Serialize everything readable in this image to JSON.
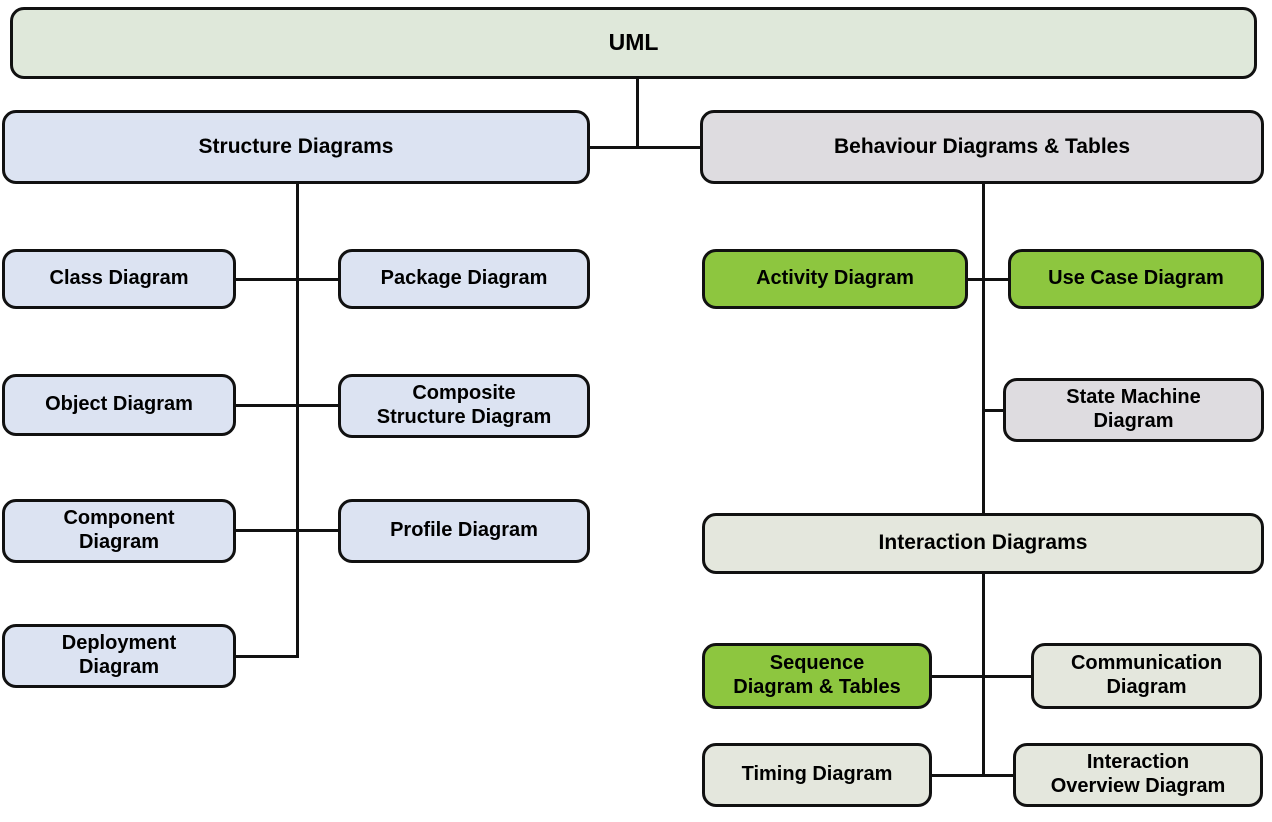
{
  "diagram": {
    "title": "UML",
    "type": "hierarchy-tree",
    "orientation": "top-down",
    "colors": {
      "root_fill": "#DFE8DA",
      "structure_fill": "#DCE3F2",
      "behaviour_fill": "#DEDCE0",
      "highlight_green": "#8DC63F",
      "interaction_fill": "#E4E7DD",
      "state_machine_fill": "#DEDCE0",
      "stroke": "#111111",
      "background": "#FFFFFF"
    }
  },
  "nodes": {
    "root": {
      "label": "UML"
    },
    "structure_branch": {
      "label": "Structure Diagrams"
    },
    "behaviour_branch": {
      "label": "Behaviour Diagrams & Tables"
    },
    "class_diagram": {
      "label": "Class Diagram"
    },
    "package_diagram": {
      "label": "Package Diagram"
    },
    "object_diagram": {
      "label": "Object Diagram"
    },
    "composite_structure_diagram": {
      "label": "Composite\nStructure Diagram"
    },
    "component_diagram": {
      "label": "Component\nDiagram"
    },
    "profile_diagram": {
      "label": "Profile Diagram"
    },
    "deployment_diagram": {
      "label": "Deployment\nDiagram"
    },
    "activity_diagram": {
      "label": "Activity Diagram"
    },
    "use_case_diagram": {
      "label": "Use Case Diagram"
    },
    "state_machine_diagram": {
      "label": "State Machine\nDiagram"
    },
    "interaction_diagrams": {
      "label": "Interaction Diagrams"
    },
    "sequence_diagram": {
      "label": "Sequence\nDiagram & Tables"
    },
    "communication_diagram": {
      "label": "Communication\nDiagram"
    },
    "timing_diagram": {
      "label": "Timing Diagram"
    },
    "interaction_overview_diagram": {
      "label": "Interaction\nOverview Diagram"
    }
  },
  "structure_children": [
    "Class Diagram",
    "Package Diagram",
    "Object Diagram",
    "Composite Structure Diagram",
    "Component Diagram",
    "Profile Diagram",
    "Deployment Diagram"
  ],
  "behaviour_children": [
    "Activity Diagram",
    "Use Case Diagram",
    "State Machine Diagram",
    "Interaction Diagrams"
  ],
  "interaction_children": [
    "Sequence Diagram & Tables",
    "Communication Diagram",
    "Timing Diagram",
    "Interaction Overview Diagram"
  ]
}
